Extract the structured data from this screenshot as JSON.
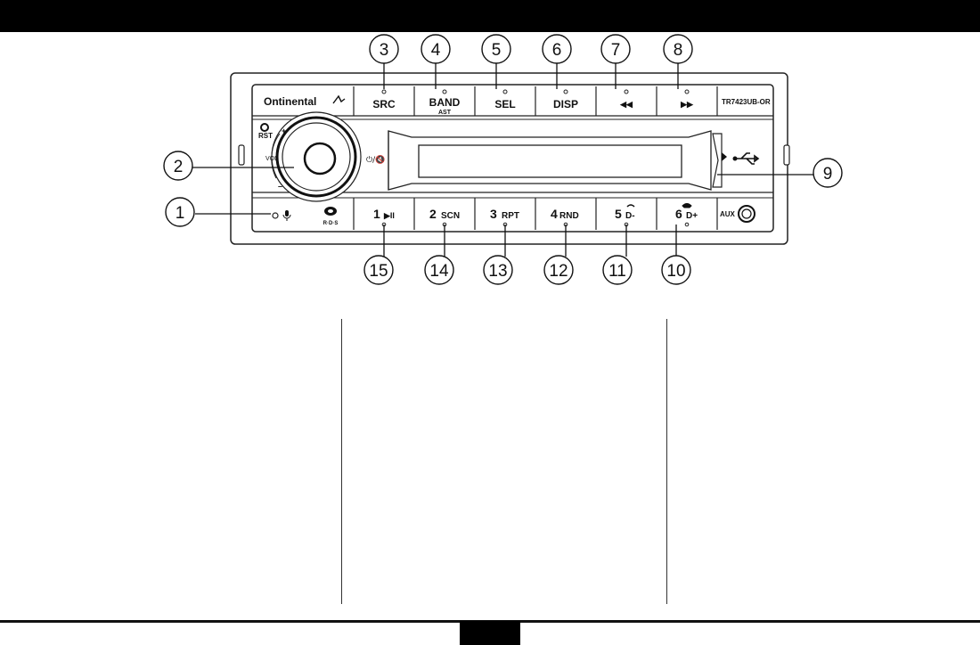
{
  "brand": "Ontinental",
  "model": "TR7423UB-OR",
  "top_buttons": [
    {
      "label": "SRC",
      "sub": ""
    },
    {
      "label": "BAND",
      "sub": "AST"
    },
    {
      "label": "SEL",
      "sub": ""
    },
    {
      "label": "DISP",
      "sub": ""
    },
    {
      "label": "◀◀",
      "sub": ""
    },
    {
      "label": "▶▶",
      "sub": ""
    }
  ],
  "bottom_buttons": [
    {
      "digit": "1",
      "label": "▶II"
    },
    {
      "digit": "2",
      "label": "SCN"
    },
    {
      "digit": "3",
      "label": "RPT"
    },
    {
      "digit": "4",
      "label": "RND"
    },
    {
      "digit": "5",
      "label": "D-"
    },
    {
      "digit": "6",
      "label": "D+"
    }
  ],
  "knob": {
    "rst": "RST",
    "vol": "VOL",
    "plus": "+",
    "minus": "–",
    "power": "⏻/🔇"
  },
  "aux_label": "AUX",
  "rds_label": "R·D·S",
  "callouts": [
    "1",
    "2",
    "3",
    "4",
    "5",
    "6",
    "7",
    "8",
    "9",
    "10",
    "11",
    "12",
    "13",
    "14",
    "15"
  ]
}
